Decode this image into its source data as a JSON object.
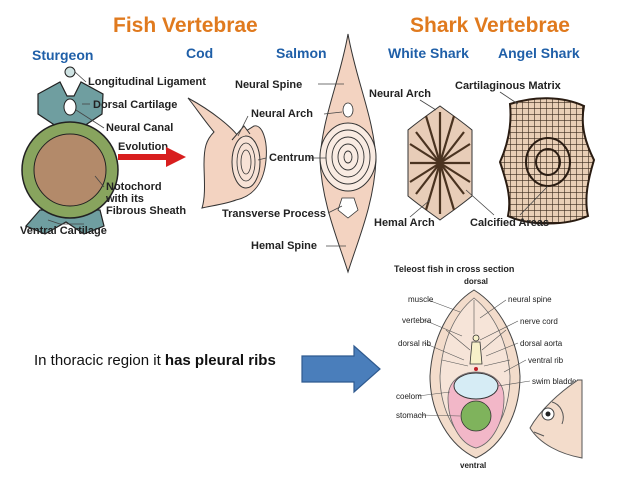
{
  "diagram": {
    "title_fish": "Fish Vertebrae",
    "title_shark": "Shark Vertebrae",
    "species": [
      "Sturgeon",
      "Cod",
      "Salmon",
      "White Shark",
      "Angel Shark"
    ],
    "labels": {
      "longitudinal_ligament": "Longitudinal Ligament",
      "dorsal_cartilage": "Dorsal Cartilage",
      "neural_canal": "Neural Canal",
      "evolution": "Evolution",
      "notochord_1": "Notochord",
      "notochord_2": "with its",
      "notochord_3": "Fibrous Sheath",
      "ventral_cartilage": "Ventral Cartilage",
      "neural_spine": "Neural Spine",
      "neural_arch_fish": "Neural Arch",
      "centrum": "Centrum",
      "transverse_process": "Transverse Process",
      "hemal_spine": "Hemal Spine",
      "neural_arch_shark": "Neural Arch",
      "cartilaginous_matrix": "Cartilaginous Matrix",
      "hemal_arch": "Hemal Arch",
      "calcified_areas": "Calcified Areas"
    },
    "colors": {
      "title_orange": "#e07a1e",
      "species_blue": "#1f5fa8",
      "cartilage_teal": "#6f9ea0",
      "sheath_green": "#88a45e",
      "notochord_brown": "#b38a6a",
      "bone_tan": "#f3d3c1",
      "shark_brown": "#8a5a36",
      "evolution_red": "#d81e1e"
    }
  },
  "cross_section": {
    "title": "Teleost fish in cross section",
    "dorsal": "dorsal",
    "ventral": "ventral",
    "labels": {
      "muscle": "muscle",
      "vertebra": "vertebra",
      "dorsal_rib": "dorsal rib",
      "coelom": "coelom",
      "stomach": "stomach",
      "neural_spine": "neural spine",
      "nerve_cord": "nerve cord",
      "dorsal_aorta": "dorsal aorta",
      "ventral_rib": "ventral rib",
      "swim_bladder": "swim bladder"
    }
  },
  "caption": {
    "normal": "In thoracic region it ",
    "bold": "has pleural ribs"
  },
  "arrow_color": "#4a7ebb"
}
